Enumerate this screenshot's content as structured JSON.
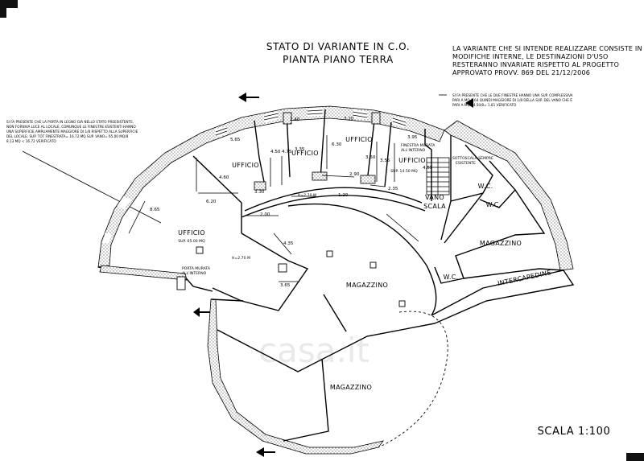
{
  "title": {
    "line1": "STATO DI VARIANTE IN C.O.",
    "line2": "PIANTA PIANO TERRA"
  },
  "note_right": [
    "LA VARIANTE CHE SI INTENDE REALIZZARE CONSISTE IN",
    "MODIFICHE INTERNE, LE DESTINAZIONI D'USO",
    "RESTERANNO INVARIATE RISPETTO AL PROGETTO",
    "APPROVATO PROVV. 869 DEL 21/12/2006"
  ],
  "note_left": [
    "SI FA PRESENTE CHE LA PORTA IN LEGNO GIÀ NELLO STATO PREESISTENTE,",
    "NON FORNIVA LUCE AL LOCALE, COMUNQUE LE FINESTRE ESISTENTI HANNO",
    "UNA SUPERFICIE AMPLIAMENTE MAGGIORE DI 1/8 RISPETTO ALLA SUPERFICIE",
    "DEL LOCALE: SUP. TOT FINESTRATA= 16.72 MQ SUP. VANO= 65.00 MQ/8",
    "8.13 MQ < 16.72 VERIFICATO"
  ],
  "note_small": [
    "SI FA PRESENTE CHE LE DUE FINESTRE HANNO UNA SUP. COMPLESSIVA",
    "PARI A MQ 1.64 QUINDI MAGGIORE DI 1/8 DELLA SUP. DEL VANO CHE È",
    "PARI A MQ 14.50/8= 1.81 VERIFICATO"
  ],
  "rooms": {
    "ufficio_big": "UFFICIO",
    "ufficio_big_sub": "SUP. 65.00 MQ",
    "ufficio_2": "UFFICIO",
    "ufficio_3": "UFFICIO",
    "ufficio_4": "UFFICIO",
    "ufficio_5": "UFFICIO",
    "ufficio_5_sub": "SUP. 14.50 MQ",
    "vano_scala": "VANO",
    "vano_scala_2": "SCALA",
    "wc_1": "W.C.",
    "wc_2": "W.C.",
    "wc_3": "W.C.",
    "magazzino_1": "MAGAZZINO",
    "magazzino_2": "MAGAZZINO",
    "magazzino_3": "MAGAZZINO",
    "intercapedine": "INTERCAPEDINE"
  },
  "annotations": {
    "porta_murata_1": "PORTA MURATA",
    "porta_murata_2": "ALL'INTERNO",
    "finestra_murata_1": "FINESTRA MURATA",
    "finestra_murata_2": "ALL'INTERNO",
    "sottoscala_1": "SOTTOSCALA SEMPRE",
    "sottoscala_2": "ESISTENTE",
    "h_ufficio": "H=2.70 M",
    "h_corridor": "H=2.70 M"
  },
  "dimensions": {
    "d565": "5.65",
    "d240": "2.40",
    "d320": "3.20",
    "d395": "3.95",
    "d450": "4.50",
    "d475": "4.75",
    "d335": "3.35",
    "d630": "6.30",
    "d350": "3.50",
    "d355": "3.55",
    "d455": "4.55",
    "d460": "4.60",
    "d330": "3.30",
    "d290": "2.90",
    "d235": "2.35",
    "d120": "1.20",
    "d620": "6.20",
    "d200": "2.00",
    "d435": "4.35",
    "d365": "3.65",
    "d865": "8.65"
  },
  "scale": "SCALA 1:100",
  "watermark": "casa.it"
}
